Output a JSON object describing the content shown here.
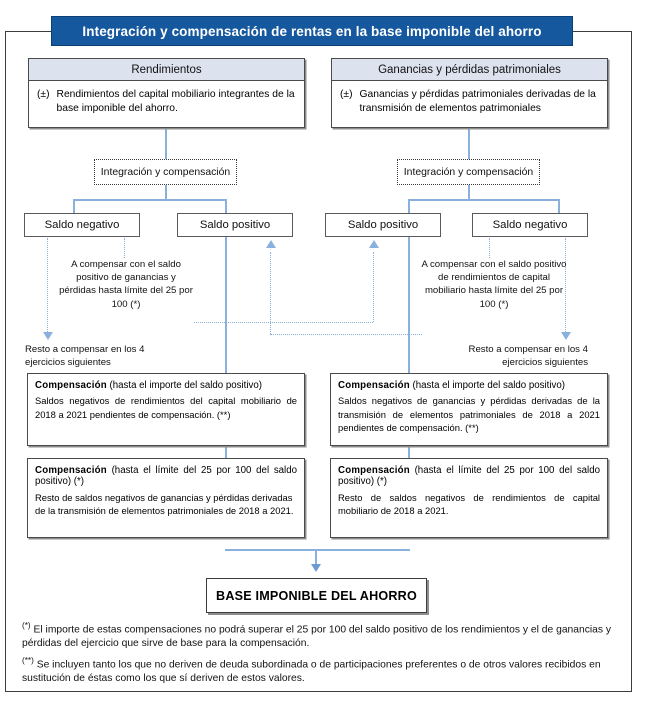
{
  "title": "Integración y compensación de rentas en la base imponible del ahorro",
  "colors": {
    "banner_bg": "#15589e",
    "header_bg": "#dde2ef",
    "connector": "#8ab0de",
    "arrow": "#6d9bd1",
    "frame": "#3d3d3d"
  },
  "columns": {
    "left": {
      "header": "Rendimientos",
      "bullet_symbol": "(±)",
      "body": "Rendimientos del capital mobiliario integrantes de la base imponible del ahorro.",
      "integration_label": "Integración y compensación",
      "balance_negative": "Saldo negativo",
      "balance_positive": "Saldo positivo",
      "compensate_note": "A compensar con el saldo positivo de ganancias y pérdidas hasta límite del 25 por 100 (*)",
      "remainder_note": "Resto a compensar en los 4 ejercicios siguientes"
    },
    "right": {
      "header": "Ganancias y pérdidas patrimoniales",
      "bullet_symbol": "(±)",
      "body": "Ganancias y pérdidas patrimoniales derivadas de la transmisión de elementos patrimoniales",
      "integration_label": "Integración y compensación",
      "balance_positive": "Saldo positivo",
      "balance_negative": "Saldo negativo",
      "compensate_note": "A compensar con el saldo positivo de rendimientos de capital mobiliario hasta límite del 25 por 100 (*)",
      "remainder_note": "Resto a compensar en los 4 ejercicios siguientes"
    }
  },
  "compensation_boxes": {
    "left_top": {
      "heading_bold": "Compensación",
      "heading_rest": "(hasta el importe del saldo positivo)",
      "body": "Saldos negativos de rendimientos del capital mobiliario de 2018 a 2021 pendientes de compensación. (**)"
    },
    "right_top": {
      "heading_bold": "Compensación",
      "heading_rest": "(hasta el importe del saldo positivo)",
      "body": "Saldos negativos de ganancias y pérdidas derivadas de la transmisión de elementos patrimoniales de 2018 a 2021 pendientes de compensación. (**)"
    },
    "left_bottom": {
      "heading_bold": "Compensación",
      "heading_rest": "(hasta el límite del 25 por 100 del saldo positivo) (*)",
      "body": "Resto de saldos negativos de ganancias y pérdidas derivadas de la transmisión de elementos patrimoniales de 2018 a 2021."
    },
    "right_bottom": {
      "heading_bold": "Compensación",
      "heading_rest": "(hasta el límite del 25 por 100 del saldo positivo) (*)",
      "body": "Resto de saldos negativos de rendimientos de capital mobiliario de 2018 a 2021."
    }
  },
  "result_box": "BASE IMPONIBLE DEL AHORRO",
  "footnotes": {
    "one_marker": "(*)",
    "one": "El importe de estas compensaciones no podrá superar el 25 por 100 del saldo positivo de los rendimientos y el de ganancias y pérdidas del ejercicio que sirve de base para la compensación.",
    "two_marker": "(**)",
    "two": "Se incluyen tanto los que no deriven de deuda subordinada o de participaciones preferentes o de otros valores recibidos en sustitución de éstas como los que sí deriven de estos valores."
  }
}
